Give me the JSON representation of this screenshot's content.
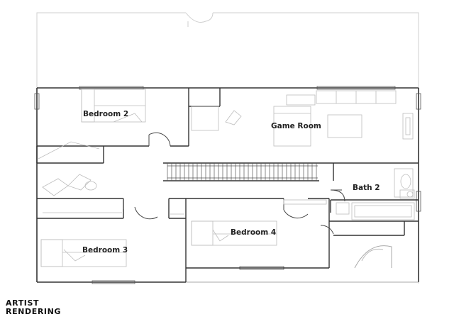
{
  "rooms": {
    "bedroom2": "Bedroom 2",
    "game_room": "Game Room",
    "bath2": "Bath 2",
    "bedroom3": "Bedroom 3",
    "bedroom4": "Bedroom 4"
  },
  "caption": {
    "line1": "ARTIST",
    "line2": "RENDERING"
  }
}
